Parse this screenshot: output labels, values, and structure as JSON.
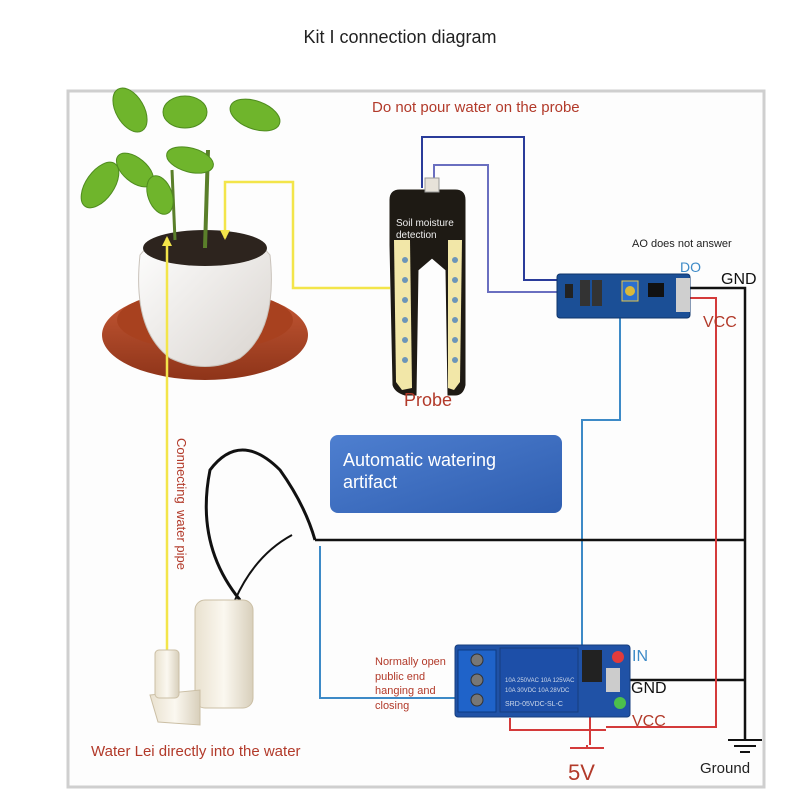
{
  "title": "Kit I connection diagram",
  "labels": {
    "warning": "Do not pour water on the probe",
    "probe_text_1": "Soil moisture",
    "probe_text_2": "detection",
    "probe": "Probe",
    "ao_note": "AO does not answer",
    "do": "DO",
    "gnd_top": "GND",
    "vcc_top": "VCC",
    "banner_1": "Automatic watering",
    "banner_2": "artifact",
    "pipe_1": "Connecting",
    "pipe_2": "water pipe",
    "relay_note_1": "Normally open",
    "relay_note_2": "public end",
    "relay_note_3": "hanging and",
    "relay_note_4": "closing",
    "in": "IN",
    "gnd_relay": "GND",
    "vcc_relay": "VCC",
    "five_v": "5V",
    "ground": "Ground",
    "pump_note": "Water Lei directly into the water",
    "relay_chip_1": "10A 250VAC  10A 125VAC",
    "relay_chip_2": "10A 30VDC  10A 28VDC",
    "relay_chip_3": "SRD-05VDC-SL-C"
  },
  "colors": {
    "wire_yellow": "#f3e54a",
    "wire_blue": "#2a3c9a",
    "wire_lightblue": "#3d8ac7",
    "wire_black": "#111111",
    "wire_red": "#d43a3a",
    "label_red": "#b23a2a",
    "label_blue": "#3d8ac7",
    "banner_blue": "#3f6fc0",
    "board_blue": "#1b4f96"
  }
}
